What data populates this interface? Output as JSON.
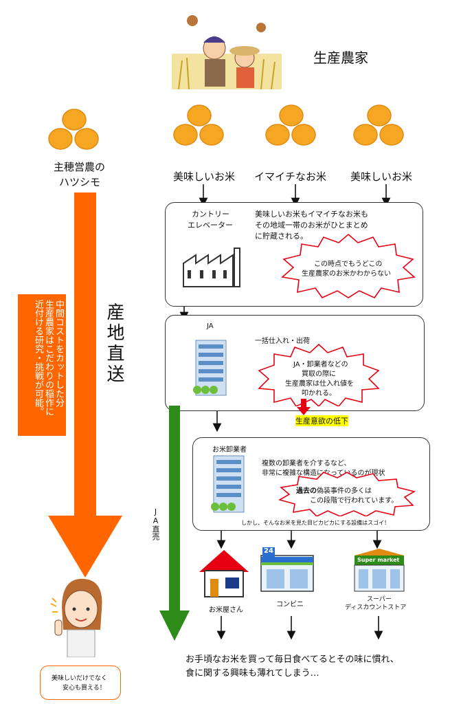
{
  "farmer_label": "生産農家",
  "left_farmer": {
    "line1": "主穂営農の",
    "line2": "ハツシモ"
  },
  "rice_types": [
    "美味しいお米",
    "イマイチなお米",
    "美味しいお米"
  ],
  "direct_label": "産地直送",
  "note_orange": [
    "中間コストをカットした分",
    "生産農家はこだわりの稲作に",
    "近付ける研究・挑戦が可能。"
  ],
  "ja_direct_label": "JA直売",
  "elevator": {
    "title_line1": "カントリー",
    "title_line2": "エレベーター",
    "desc_line1": "美味しいお米もイマイチなお米も",
    "desc_line2": "その地域一帯のお米がひとまとめ",
    "desc_line3": "に貯蔵される。",
    "burst_line1": "この時点でもうどこの",
    "burst_line2": "生産農家のお米かわからない"
  },
  "ja": {
    "title": "JA",
    "desc": "一括仕入れ・出荷",
    "burst_line1": "JA・卸業者などの",
    "burst_line2": "買取の際に",
    "burst_line3": "生産農家は仕入れ値を",
    "burst_line4": "叩かれる。",
    "decline": "生産意欲の低下"
  },
  "wholesaler": {
    "title": "お米卸業者",
    "desc_line1": "複数の卸業者を介するなど、",
    "desc_line2": "非常に複雑な構造になっているのが現状",
    "burst_bold": "過去の",
    "burst_rest": "偽装事件の多くは",
    "burst_line2": "この段階で行われています。",
    "footnote": "しかし、そんなお米を見た目ピカピカにする設備はスゴイ！"
  },
  "shops": {
    "rice_shop": "お米屋さん",
    "convenience": "コンビニ",
    "convenience_sign": "24",
    "supermarket_sign": "Super market",
    "supermarket_line1": "スーパー",
    "supermarket_line2": "ディスカウントストア"
  },
  "conclusion": {
    "line1": "お手頃なお米を買って毎日食べてるとその味に慣れ、",
    "line2": "食に関する興味も薄れてしまう…"
  },
  "consumer_note": {
    "line1": "美味しいだけでなく",
    "line2": "安心も買える！"
  },
  "colors": {
    "orange": "#ff6600",
    "green": "#2e8b1a",
    "rice": "#f5a623",
    "red": "#e60012",
    "highlight": "#ffff00"
  }
}
